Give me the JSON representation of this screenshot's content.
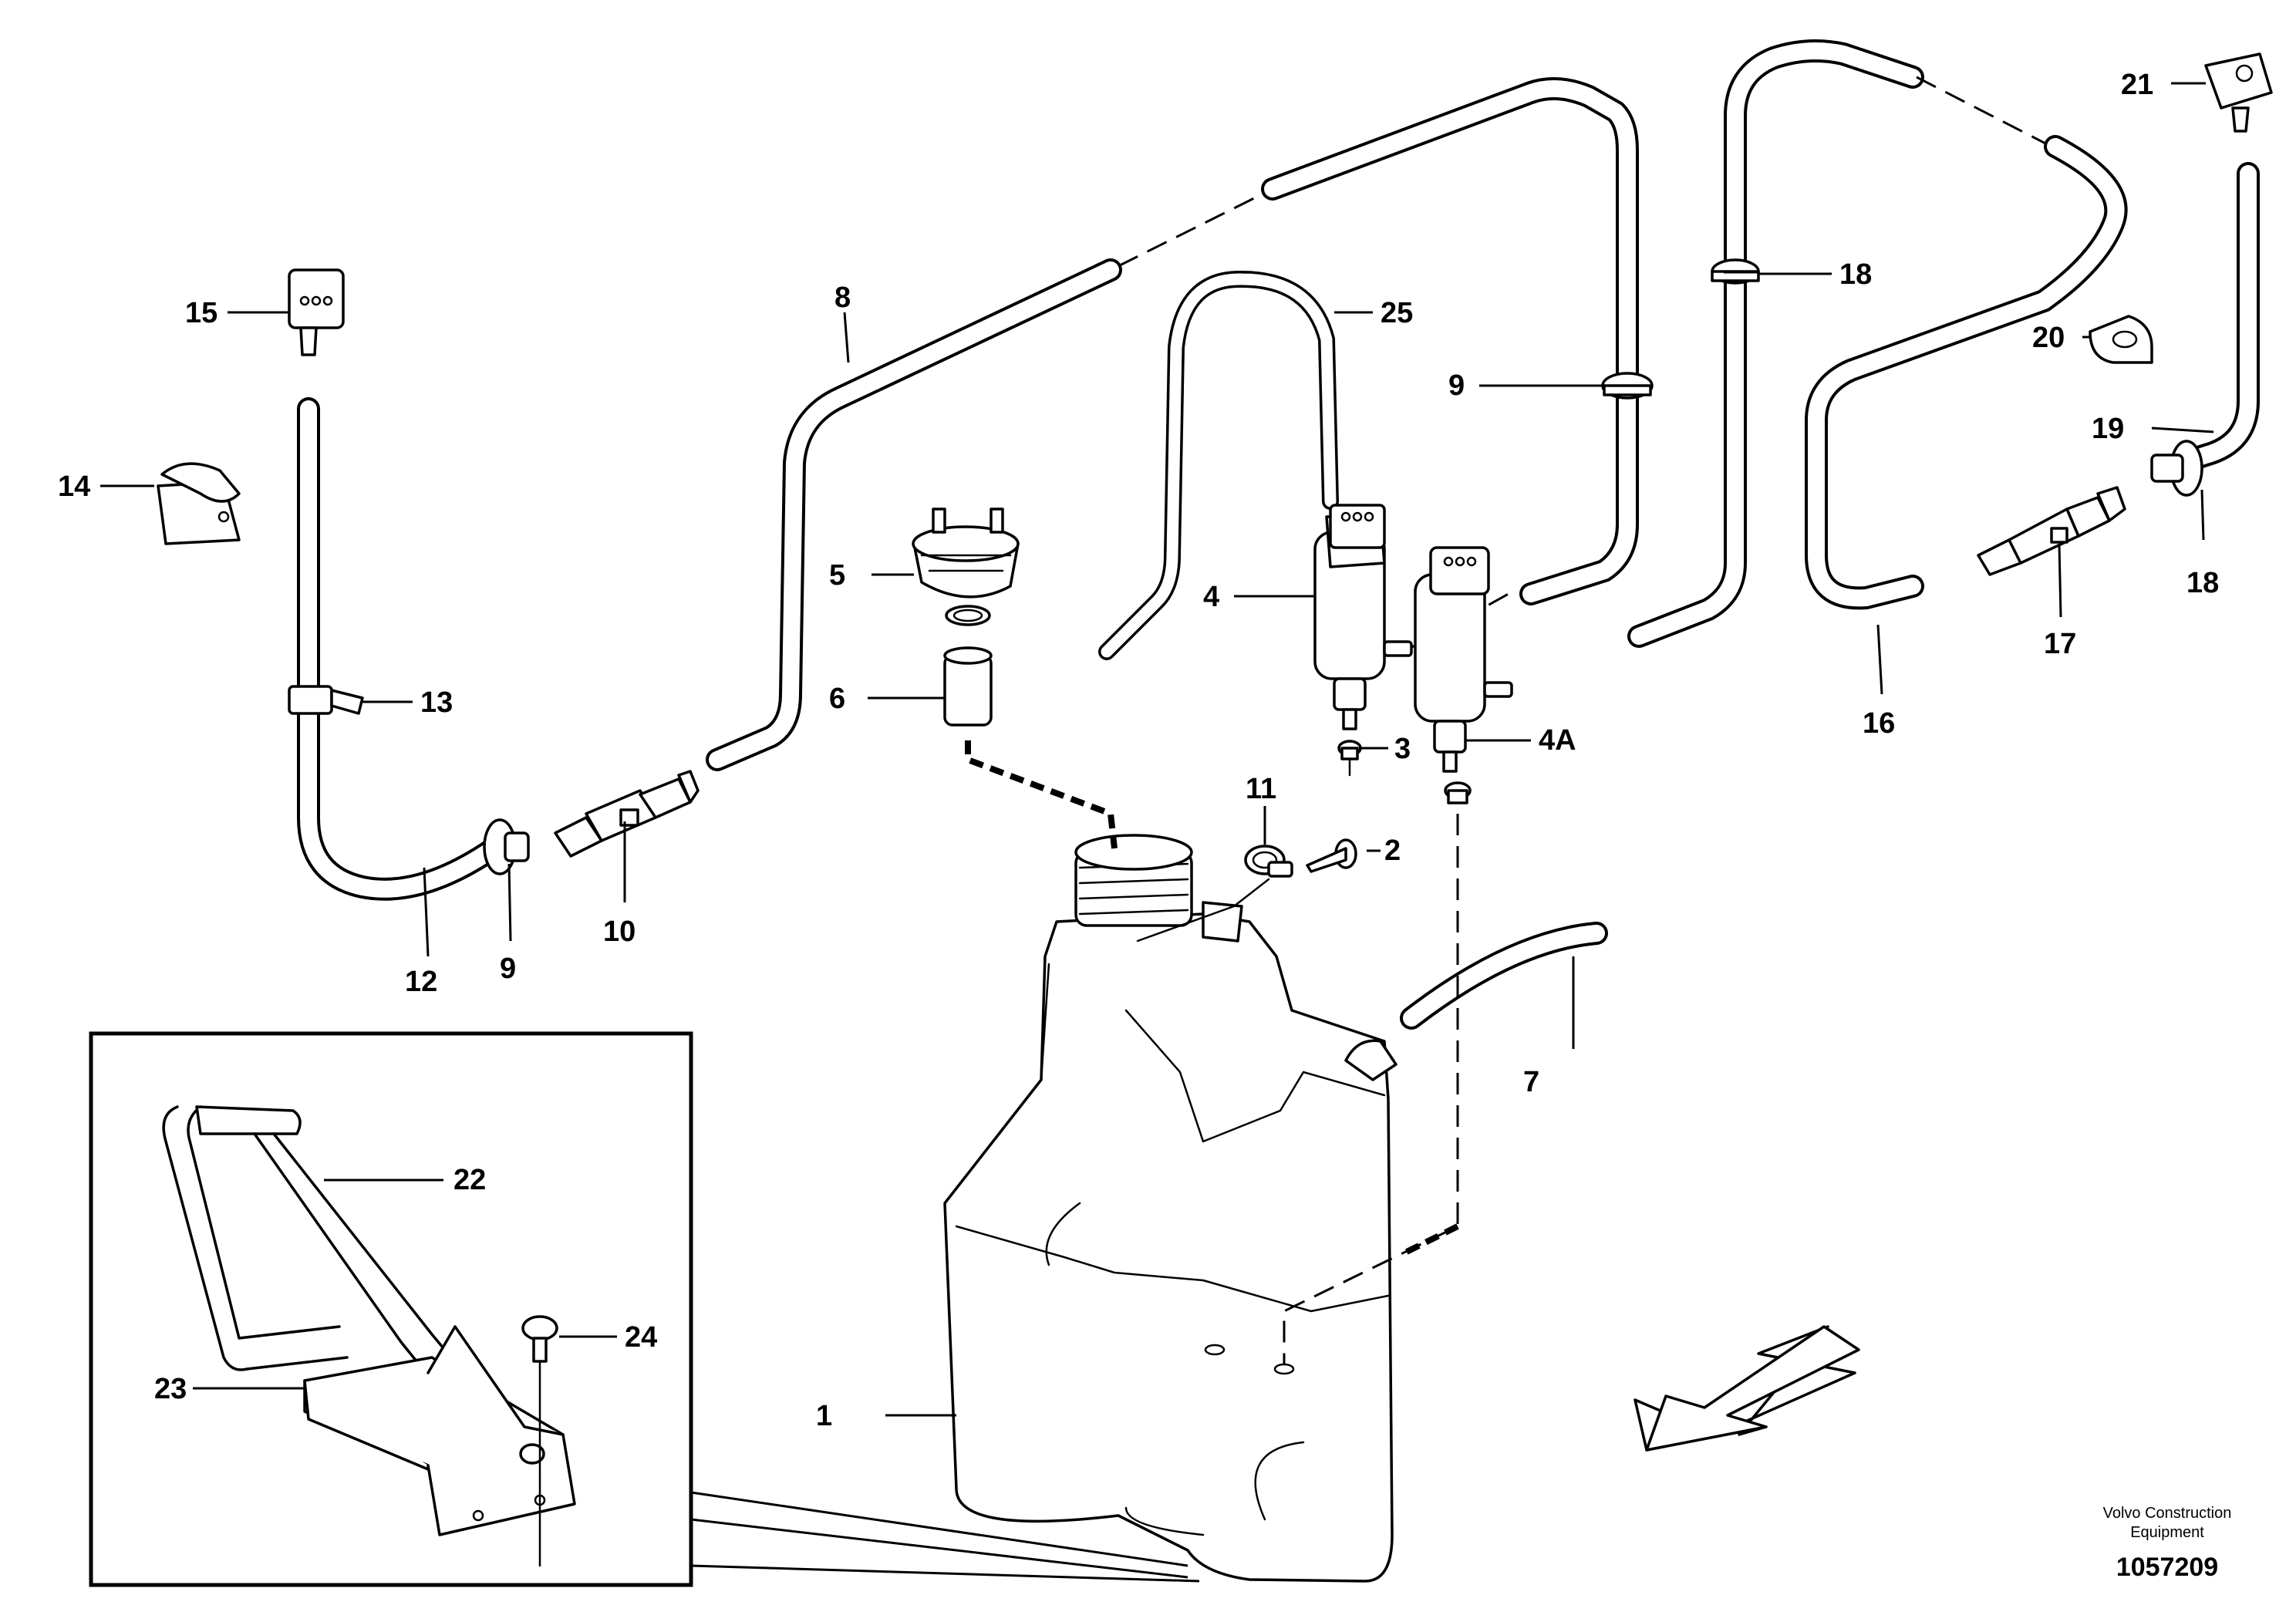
{
  "callouts": {
    "c1": "1",
    "c2": "2",
    "c3": "3",
    "c4": "4",
    "c4a": "4A",
    "c5": "5",
    "c6": "6",
    "c7": "7",
    "c8": "8",
    "c9a": "9",
    "c9b": "9",
    "c10": "10",
    "c11": "11",
    "c12": "12",
    "c13": "13",
    "c14": "14",
    "c15": "15",
    "c16": "16",
    "c17": "17",
    "c18a": "18",
    "c18b": "18",
    "c19": "19",
    "c20": "20",
    "c21": "21",
    "c22": "22",
    "c23": "23",
    "c24": "24",
    "c25": "25"
  },
  "credit": {
    "line1": "Volvo Construction",
    "line2": "Equipment",
    "number": "1057209"
  }
}
